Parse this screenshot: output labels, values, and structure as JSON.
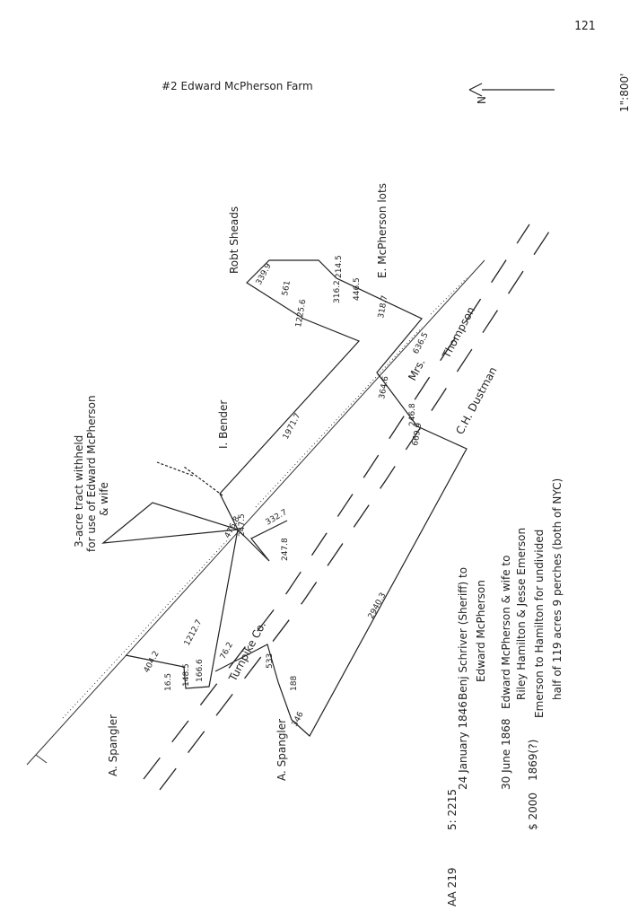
{
  "page": {
    "page_number": "121",
    "scale": "1\":800'",
    "title": "#2  Edward McPherson Farm"
  },
  "north_arrow": {
    "label": "N"
  },
  "neighbors": {
    "spangler_top": "A. Spangler",
    "spangler_bottom": "A. Spangler",
    "bender": "I. Bender",
    "sheads": "Robt Sheads",
    "mcpherson_lots": "E. McPherson lots",
    "thompson": "Thompson",
    "mrs": "Mrs.",
    "dustman": "C.H. Dustman",
    "turnpike_co": "Turnpike Co."
  },
  "note_withheld": {
    "line1": "3-acre tract withheld",
    "line2": "for use of Edward McPherson",
    "line3": "& wife"
  },
  "lengths": {
    "l1212": "1212.7",
    "l4042": "404.2",
    "l16": "16.5",
    "l148": "148.5",
    "l166": "166.6",
    "l762": "76.2",
    "l533": "533",
    "l188": "188",
    "l346": "346",
    "l2940": "2940.3",
    "l4768": "476.8",
    "l247": "247.5",
    "l2478": "247.8",
    "l3327": "332.7",
    "l1971": "1971.7",
    "l12256": "1225.6",
    "l339": "339.9",
    "l561": "561",
    "l2145": "214.5",
    "l3162": "316.2",
    "l4465": "446.5",
    "l318": "318.7",
    "l6365": "636.5",
    "l3646": "364.6",
    "l2468": "246.8",
    "l6699": "669.9"
  },
  "deeds": [
    {
      "margin": "AA 219",
      "amount": "5: 2215",
      "date": "24 January 1846",
      "line1": "Benj Schriver (Sheriff) to",
      "line2": "Edward McPherson"
    },
    {
      "margin": "",
      "amount": "",
      "date": "30 June 1868",
      "line1": "Edward McPherson & wife to",
      "line2": "Riley Hamilton & Jesse Emerson"
    },
    {
      "margin": "",
      "amount": "$ 2000",
      "date": "1869(?)",
      "line1": "Emerson to Hamilton for undivided",
      "line2": "half of 119 acres 9 perches (both of NYC)"
    }
  ]
}
